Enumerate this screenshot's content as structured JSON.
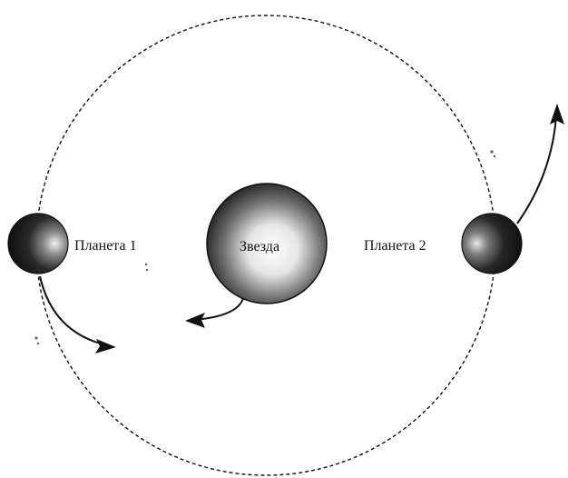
{
  "diagram": {
    "star_label": "Звезда",
    "planet1_label": "Планета 1",
    "planet2_label": "Планета 2"
  },
  "colors": {
    "orbit": "#111111",
    "ink": "#111111",
    "background": "#ffffff"
  }
}
